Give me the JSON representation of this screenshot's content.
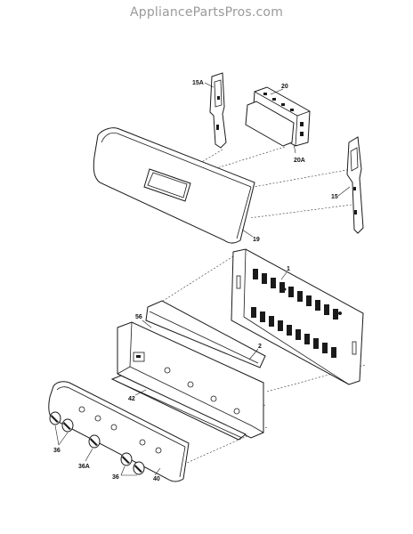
{
  "watermark": "AppliancePartsPros.com",
  "callouts": {
    "c15A": "15A",
    "c20": "20",
    "c20A": "20A",
    "c15": "15",
    "c19": "19",
    "c1": "1",
    "c56": "56",
    "c2": "2",
    "c42": "42",
    "c36a": "36",
    "c36A": "36A",
    "c36b": "36",
    "c40": "40"
  }
}
